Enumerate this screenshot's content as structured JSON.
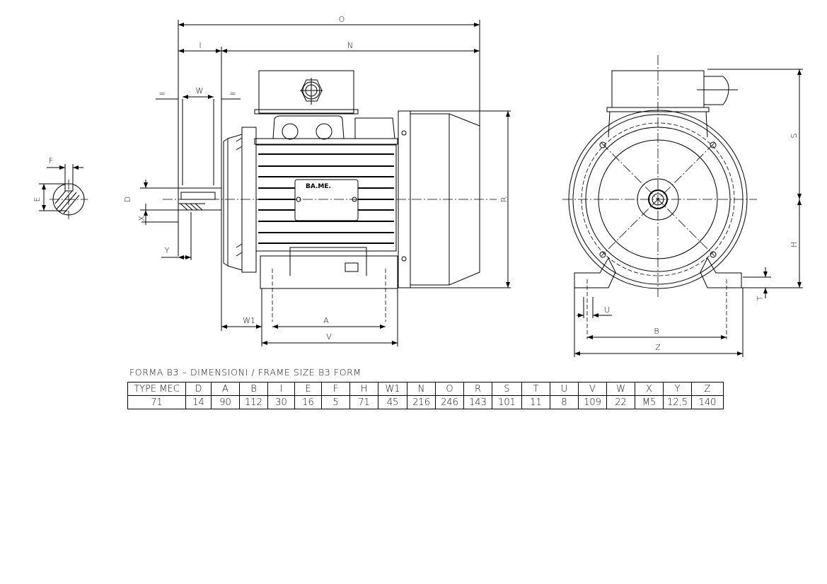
{
  "drawing": {
    "brand_plate": "BA.ME.",
    "dimension_labels": {
      "O": "O",
      "I": "I",
      "N": "N",
      "W": "W",
      "eq": "=",
      "F": "F",
      "E": "E",
      "D": "D",
      "X": "X",
      "Y": "Y",
      "R": "R",
      "W1": "W1",
      "A": "A",
      "V": "V",
      "S": "S",
      "H": "H",
      "T": "T",
      "U": "U",
      "B": "B",
      "Z": "Z"
    }
  },
  "table": {
    "title": "FORMA B3 – DIMENSIONI / FRAME SIZE B3 FORM",
    "headers": [
      "TYPE MEC",
      "D",
      "A",
      "B",
      "I",
      "E",
      "F",
      "H",
      "W1",
      "N",
      "O",
      "R",
      "S",
      "T",
      "U",
      "V",
      "W",
      "X",
      "Y",
      "Z"
    ],
    "rows": [
      [
        "71",
        "14",
        "90",
        "112",
        "30",
        "16",
        "5",
        "71",
        "45",
        "216",
        "246",
        "143",
        "101",
        "11",
        "8",
        "109",
        "22",
        "M5",
        "12,5",
        "140"
      ]
    ]
  }
}
